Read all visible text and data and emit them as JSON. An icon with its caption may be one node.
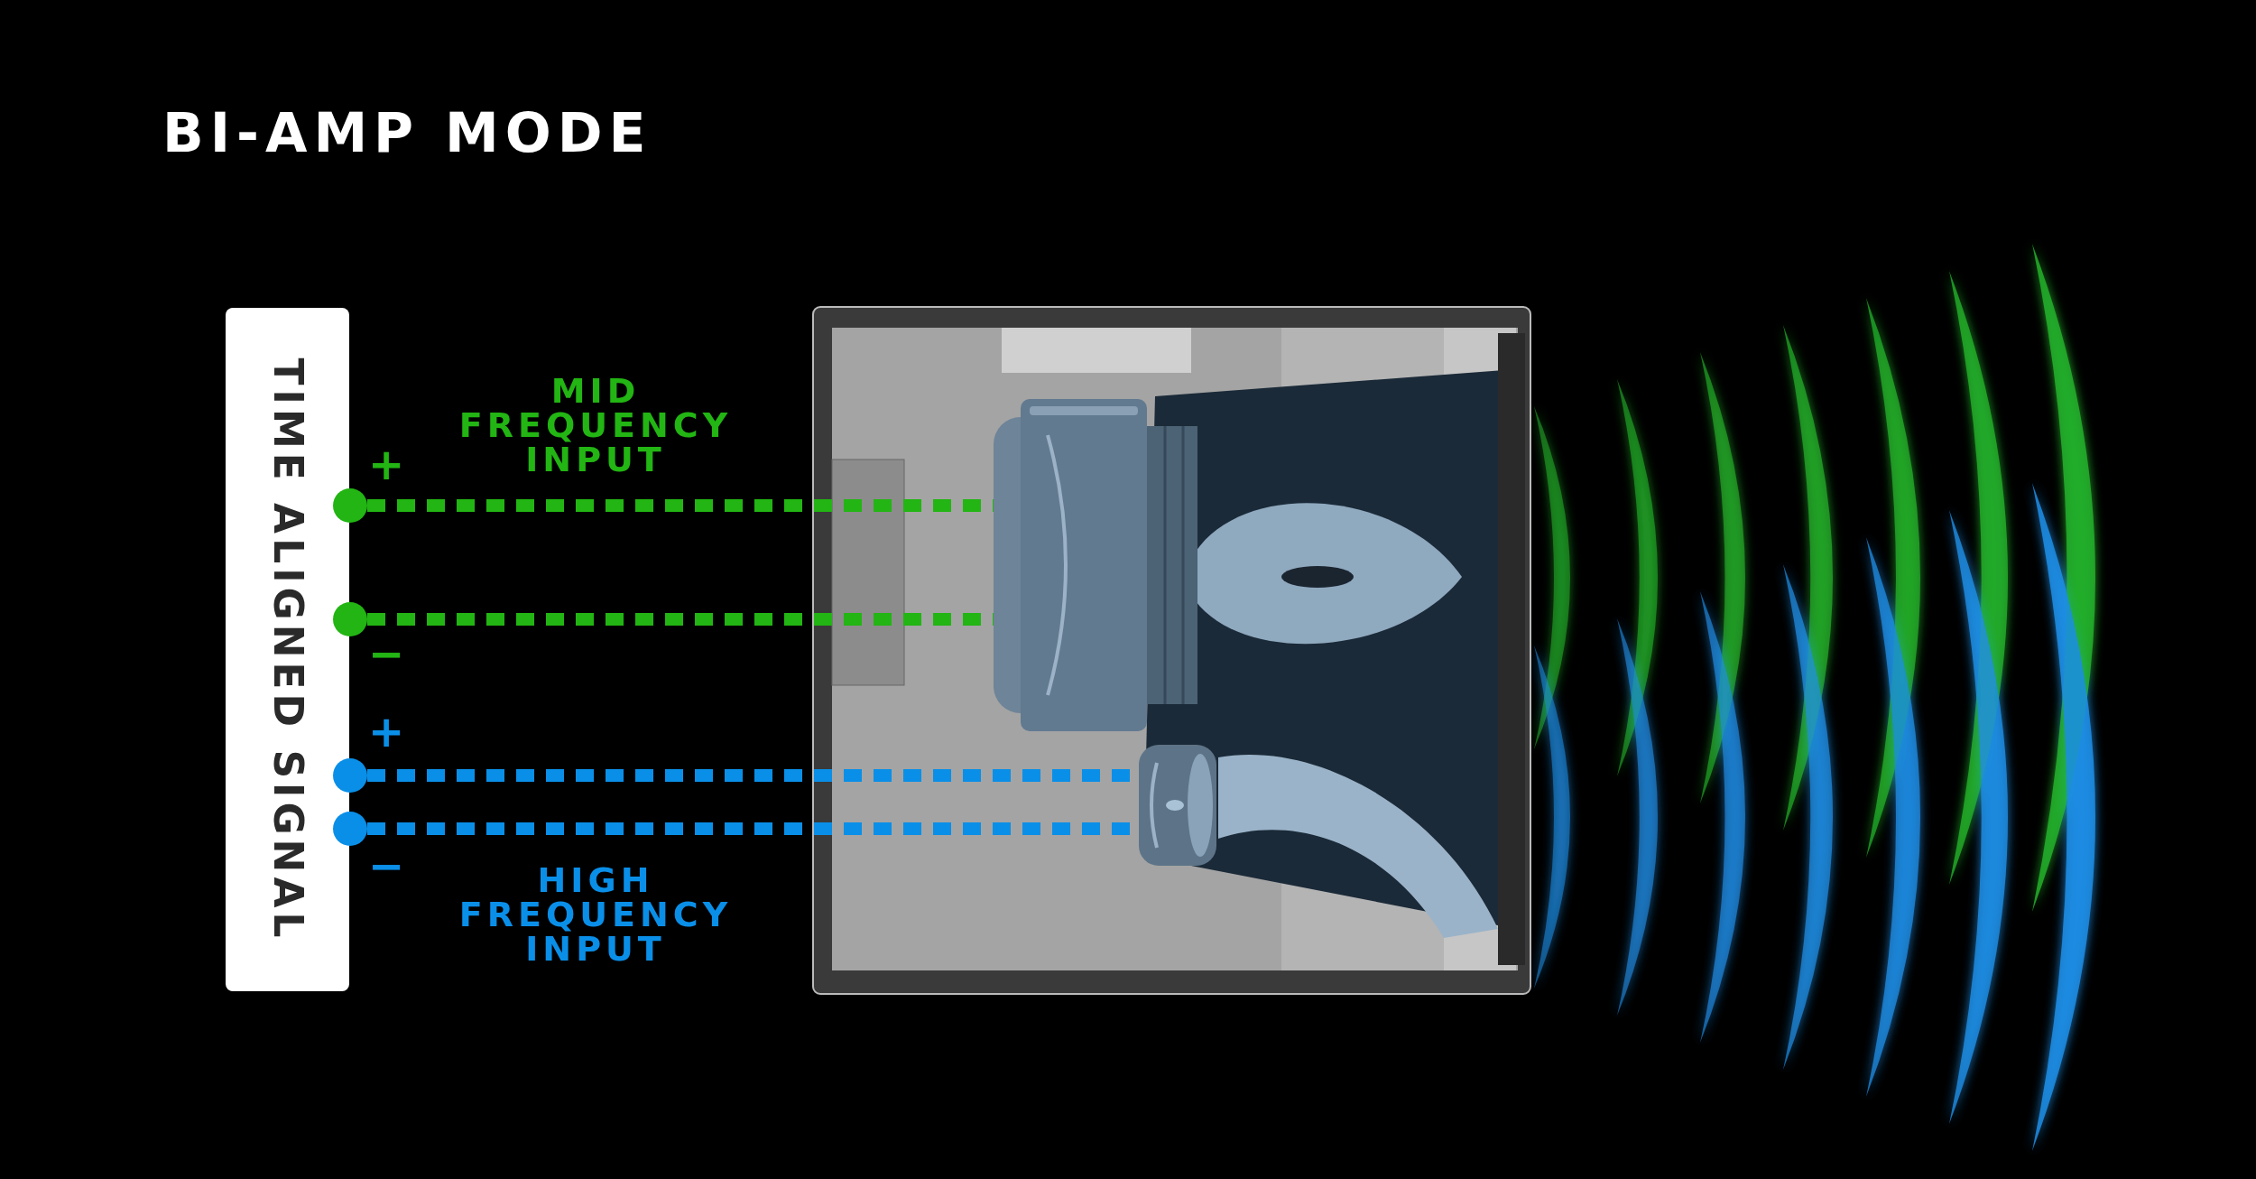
{
  "diagram": {
    "title": "BI-AMP MODE",
    "nodes": [
      {
        "text": [
          "TIME ALIGNED SIGNAL"
        ]
      },
      {
        "text": [],
        "shape": "circle"
      },
      {
        "text": [],
        "shape": "circle"
      },
      {
        "text": [],
        "shape": "circle"
      },
      {
        "text": [],
        "shape": "circle"
      },
      {
        "text": [],
        "shape": "picture"
      },
      {
        "text": [],
        "shape": "picture",
        "in": 5
      },
      {
        "text": [],
        "shape": "picture",
        "in": 5
      }
    ],
    "edges": [
      {
        "from": 1,
        "to": 6,
        "arrow": "none",
        "style": "dashed",
        "color": "#22b513"
      },
      {
        "from": 2,
        "to": 6,
        "arrow": "none",
        "style": "dashed",
        "color": "#22b513"
      },
      {
        "from": 3,
        "to": 7,
        "arrow": "none",
        "style": "dashed",
        "color": "#0a8fe8"
      },
      {
        "from": 4,
        "to": 7,
        "arrow": "none",
        "style": "dashed",
        "color": "#0a8fe8"
      }
    ],
    "labels": [
      "MID FREQUENCY INPUT",
      "+",
      "−",
      "+",
      "−",
      "HIGH FREQUENCY INPUT"
    ]
  }
}
